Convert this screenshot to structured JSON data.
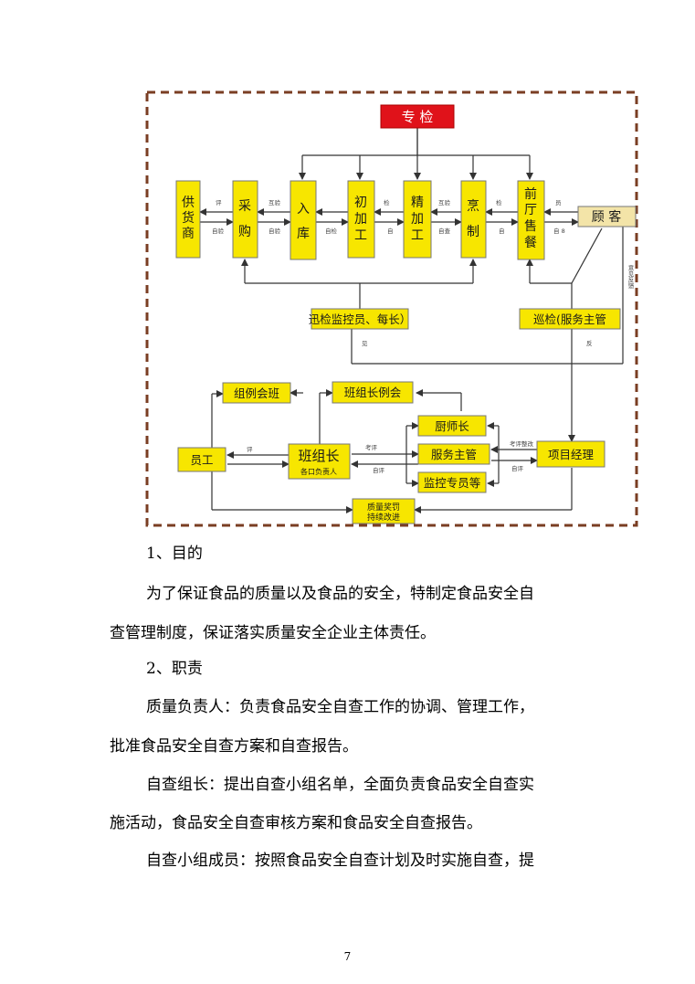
{
  "diagram": {
    "top_box": "专 检",
    "flow_boxes": [
      "供货商",
      "采购",
      "入库",
      "初加工",
      "精加工",
      "烹制",
      "前厅售餐"
    ],
    "client_box": "顾 客",
    "inspector_left": "迅检监控员、每长）",
    "inspector_right": "巡检(服务主管",
    "inspector_left_small": "见",
    "inspector_right_small": "反",
    "flow_edge_labels": [
      "评",
      "自验",
      "互验",
      "自验",
      "自检",
      "检",
      "自",
      "互验",
      "自查",
      "检",
      "自",
      "员",
      "自 8"
    ],
    "side_text": "意见反馈",
    "lower": {
      "zuli": "组例会班",
      "banzu_meeting": "班组长例会",
      "yuangong": "员工",
      "banzuzhang": "班组长",
      "banzuzhang_sub": "各口负责人",
      "chushizhang": "厨师长",
      "fuwu": "服务主管",
      "jiankong": "监控专员等",
      "xiangmu": "项目经理",
      "zhiliang_line1": "质量奖罚",
      "zhiliang_line2": "持续改进",
      "small_labels": [
        "评",
        "考评",
        "自评",
        "考评整改",
        "自评"
      ]
    }
  },
  "content": {
    "heading1": "1、目的",
    "p1_line1": "为了保证食品的质量以及食品的安全，特制定食品安全自",
    "p1_line2": "查管理制度，保证落实质量安全企业主体责任。",
    "heading2": "2、职责",
    "p2_line1": "质量负责人：负责食品安全自查工作的协调、管理工作，",
    "p2_line2": "批准食品安全自查方案和自查报告。",
    "p3_line1": "自查组长：提出自查小组名单，全面负责食品安全自查实",
    "p3_line2": "施活动，食品安全自查审核方案和食品安全自查报告。",
    "p4_line1": "自查小组成员：按照食品安全自查计划及时实施自查，提"
  },
  "footer": {
    "page_number": "7"
  }
}
